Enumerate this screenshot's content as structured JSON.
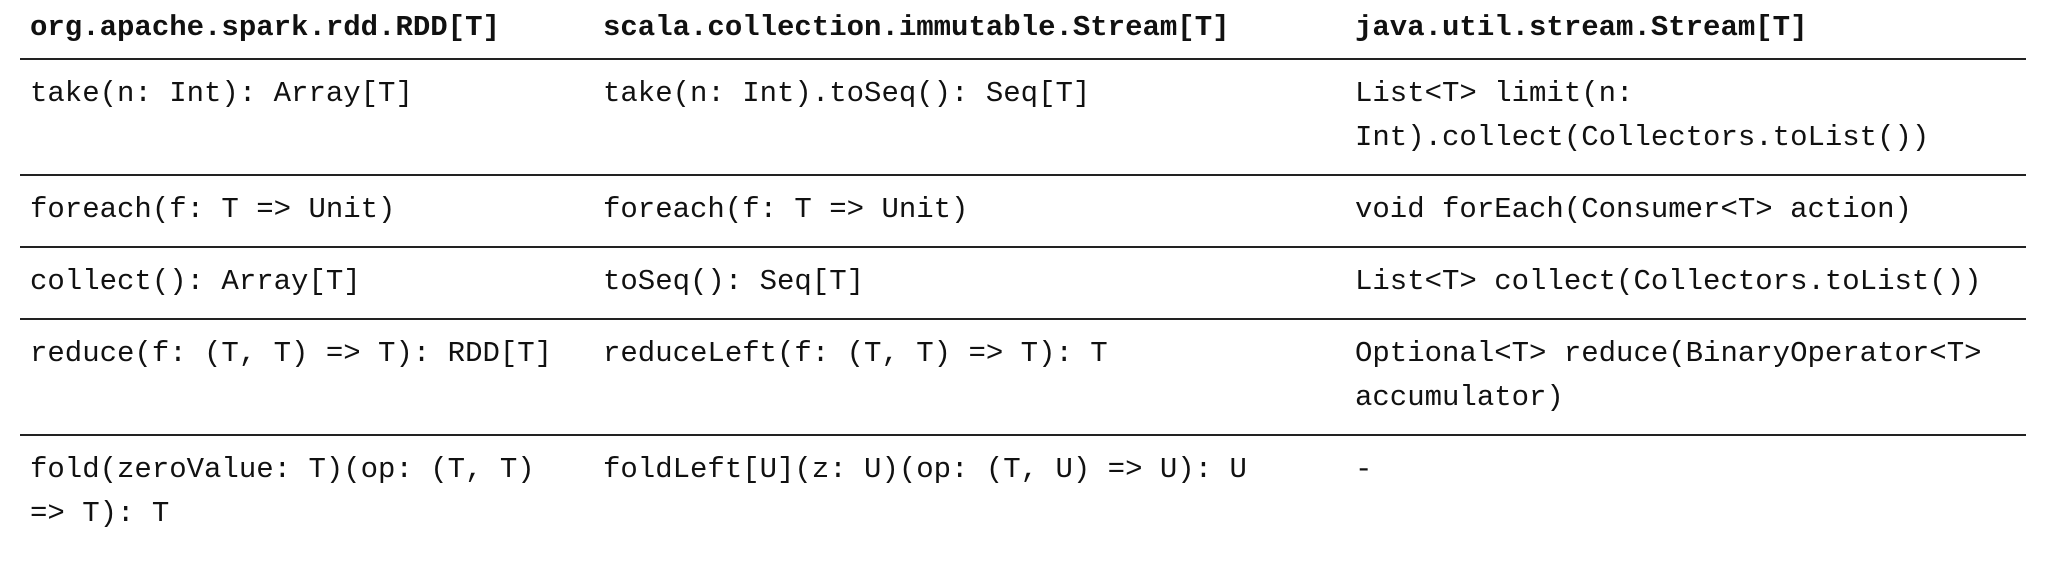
{
  "table": {
    "headers": [
      "org.apache.spark.rdd.RDD[T]",
      "scala.collection.immutable.Stream[T]",
      "java.util.stream.Stream[T]"
    ],
    "rows": [
      [
        "take(n: Int): Array[T]",
        "take(n: Int).toSeq(): Seq[T]",
        "List<T> limit(n: Int).collect(Collectors.toList())"
      ],
      [
        "foreach(f: T => Unit)",
        "foreach(f: T => Unit)",
        "void forEach(Consumer<T> action)"
      ],
      [
        "collect(): Array[T]",
        "toSeq(): Seq[T]",
        "List<T> collect(Collectors.toList())"
      ],
      [
        "reduce(f: (T, T) => T): RDD[T]",
        "reduceLeft(f: (T, T) => T): T",
        "Optional<T> reduce(BinaryOperator<T> accumulator)"
      ],
      [
        "fold(zeroValue: T)(op: (T, T) => T): T",
        "foldLeft[U](z: U)(op: (T, U) => U): U",
        "-"
      ]
    ]
  }
}
